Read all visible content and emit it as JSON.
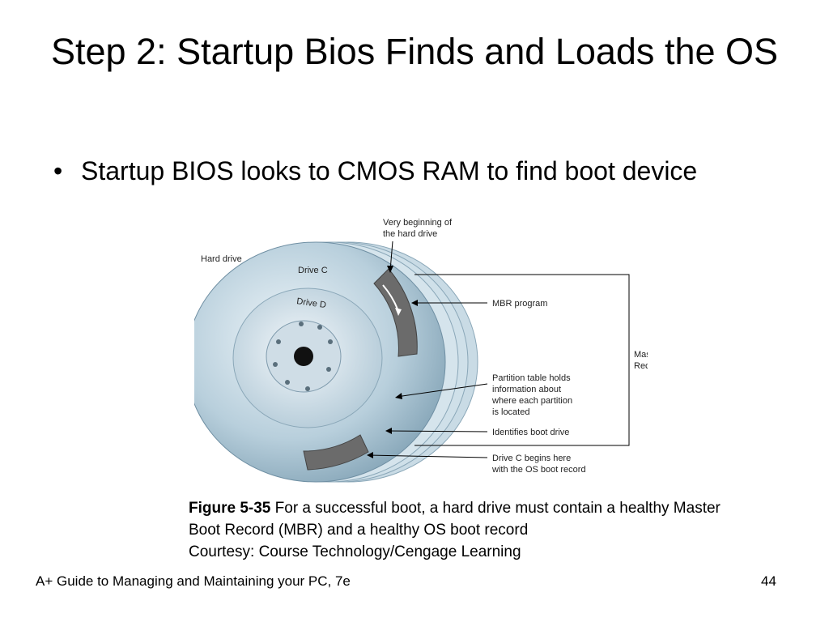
{
  "slide": {
    "title": "Step 2: Startup Bios Finds and Loads the OS",
    "bullet": "Startup BIOS looks to CMOS RAM to find boot device"
  },
  "figure": {
    "labels": {
      "hard_drive": "Hard drive",
      "drive_c": "Drive C",
      "drive_d": "Drive D",
      "very_beginning_1": "Very beginning of",
      "very_beginning_2": "the hard drive",
      "mbr_program": "MBR program",
      "master_boot_1": "Master Boot",
      "master_boot_2": "Record",
      "partition_1": "Partition table holds",
      "partition_2": "information about",
      "partition_3": "where each partition",
      "partition_4": "is located",
      "identifies_boot": "Identifies boot drive",
      "drive_c_begins_1": "Drive C begins here",
      "drive_c_begins_2": "with the OS boot record"
    },
    "caption_bold": "Figure 5-35",
    "caption_text": " For a successful boot, a hard drive must contain a healthy Master Boot Record (MBR) and a healthy OS boot record",
    "caption_courtesy": "Courtesy: Course Technology/Cengage Learning"
  },
  "footer": {
    "left": "A+ Guide to Managing and Maintaining your PC, 7e",
    "page": "44"
  }
}
